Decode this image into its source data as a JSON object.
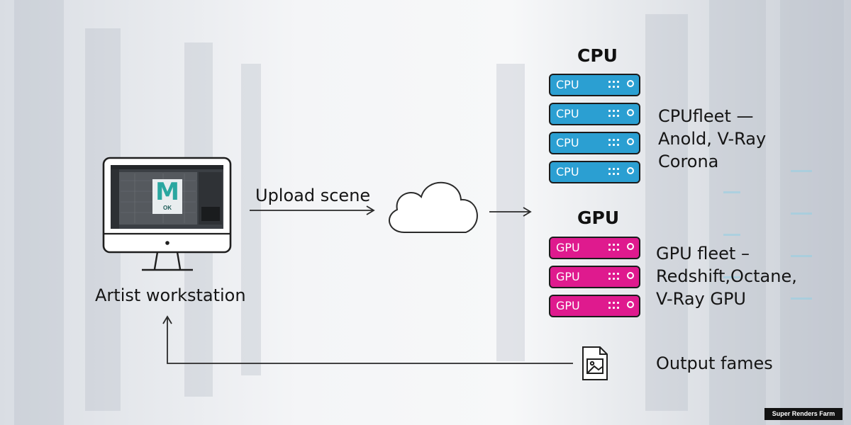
{
  "workstation": {
    "label": "Artist workstation",
    "app_logo_letter": "M",
    "app_logo_caption": "OK",
    "logo_color": "#2aa7a0"
  },
  "upload": {
    "label": "Upload scene"
  },
  "cpu": {
    "heading": "CPU",
    "unit_label": "CPU",
    "unit_count": 4,
    "color": "#2b9fd2",
    "fleet_lines": [
      "CPUfleet —",
      "Anold, V-Ray",
      "Corona"
    ]
  },
  "gpu": {
    "heading": "GPU",
    "unit_label": "GPU",
    "unit_count": 3,
    "color": "#df1a8e",
    "fleet_lines": [
      "GPU fleet –",
      "Redshift,Octane,",
      "V-Ray GPU"
    ]
  },
  "output": {
    "label": "Output fames"
  },
  "brand": {
    "name": "Super Renders Farm"
  }
}
